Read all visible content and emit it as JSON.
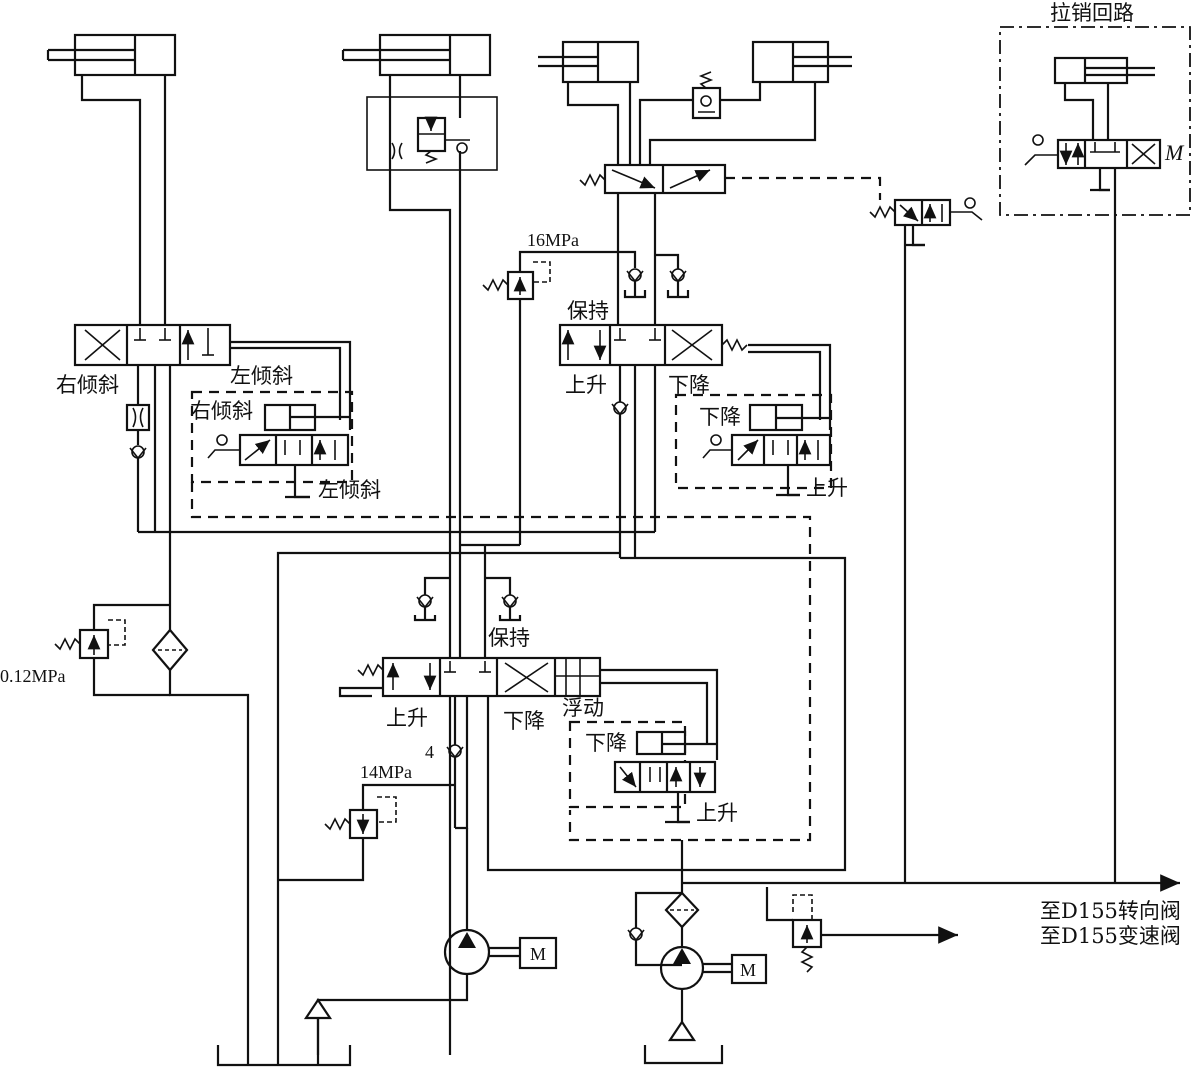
{
  "labels": {
    "pin_circuit": "拉销回路",
    "right_tilt": "右倾斜",
    "left_tilt": "左倾斜",
    "hold": "保持",
    "raise": "上升",
    "lower": "下降",
    "float": "浮动",
    "p_16": "16MPa",
    "p_14": "14MPa",
    "p_012": "0.12MPa",
    "num_4": "4",
    "motor": "M",
    "m_italic": "M",
    "to_steering": "至D155转向阀",
    "to_transmission": "至D155变速阀"
  },
  "colors": {
    "line": "#111111",
    "background": "#ffffff"
  }
}
